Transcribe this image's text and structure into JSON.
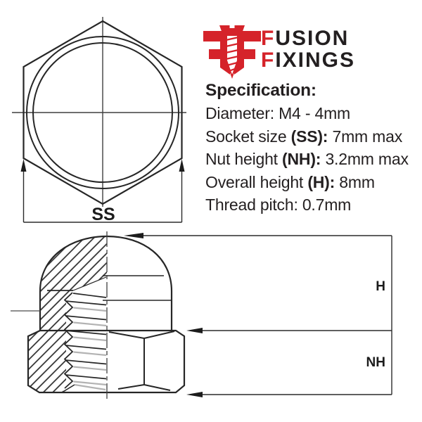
{
  "colors": {
    "logo_red": "#d5232a",
    "ink": "#231f20",
    "line": "#2b2b2b",
    "thread_gray": "#b3b3b3"
  },
  "logo": {
    "word1_initial": "F",
    "word1_rest": "USION",
    "word2_initial": "F",
    "word2_rest": "IXINGS"
  },
  "spec": {
    "heading": "Specification:",
    "diameter": {
      "pre": "Diameter: M4 - 4mm",
      "bold": "",
      "post": ""
    },
    "socket": {
      "pre": "Socket size ",
      "bold": "(SS):",
      "post": " 7mm max"
    },
    "nut_height": {
      "pre": "Nut height ",
      "bold": "(NH):",
      "post": " 3.2mm max"
    },
    "overall_height": {
      "pre": "Overall height ",
      "bold": "(H):",
      "post": " 8mm"
    },
    "thread_pitch": {
      "pre": "Thread pitch: 0.7mm",
      "bold": "",
      "post": ""
    }
  },
  "dimensions": {
    "socket_size": "SS",
    "overall_height": "H",
    "nut_height": "NH"
  }
}
